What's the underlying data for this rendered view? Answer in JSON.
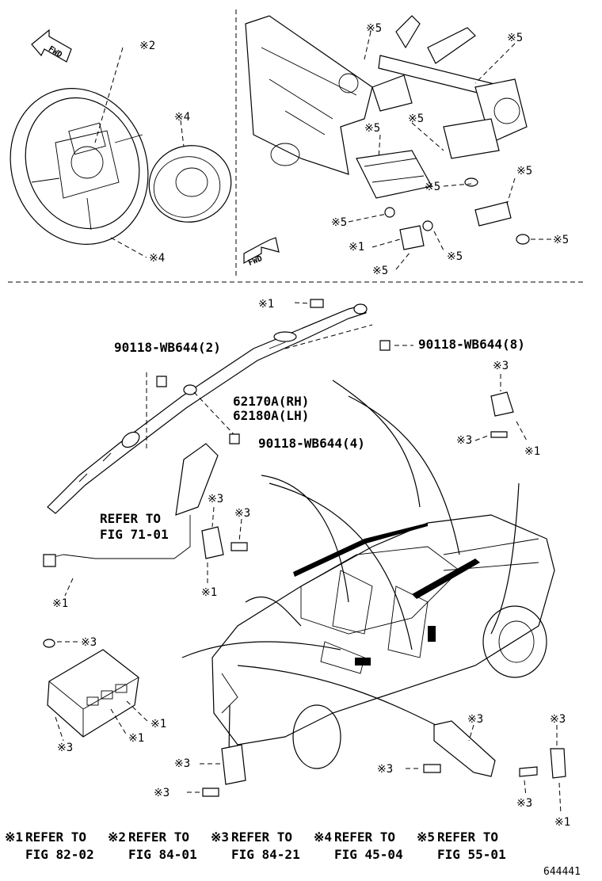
{
  "fwd_label": "FWD",
  "top_left": {
    "mark_2": "※2",
    "mark_4_a": "※4",
    "mark_4_b": "※4"
  },
  "top_right": {
    "marks_5": [
      "※5",
      "※5",
      "※5",
      "※5",
      "※5",
      "※5",
      "※5",
      "※5",
      "※5"
    ],
    "mark_1": "※1"
  },
  "curtain": {
    "mark_1_top": "※1",
    "pn_bolt_2": "90118-WB644(2)",
    "pn_bolt_8": "90118-WB644(8)",
    "pn_rh": "62170A(RH)",
    "pn_lh": "62180A(LH)",
    "pn_bolt_4": "90118-WB644(4)",
    "refer_line1": "REFER TO",
    "refer_line2": "FIG 71-01",
    "mark_1_left": "※1"
  },
  "sensors": {
    "right_mark_3a": "※3",
    "right_mark_3b": "※3",
    "right_mark_1": "※1",
    "mid_mark_3a": "※3",
    "mid_mark_3b": "※3",
    "mid_mark_1": "※1",
    "ecu_mark_3a": "※3",
    "ecu_mark_1a": "※1",
    "ecu_mark_1b": "※1",
    "ecu_mark_3b": "※3",
    "front_mark_3a": "※3",
    "front_mark_3b": "※3",
    "side_mark_3a": "※3",
    "side_mark_3b": "※3",
    "br_mark_3a": "※3",
    "br_mark_3b": "※3",
    "br_mark_1": "※1"
  },
  "legend": [
    {
      "mark": "※1",
      "line1": "REFER TO",
      "line2": "FIG 82-02"
    },
    {
      "mark": "※2",
      "line1": "REFER TO",
      "line2": "FIG 84-01"
    },
    {
      "mark": "※3",
      "line1": "REFER TO",
      "line2": "FIG 84-21"
    },
    {
      "mark": "※4",
      "line1": "REFER TO",
      "line2": "FIG 45-04"
    },
    {
      "mark": "※5",
      "line1": "REFER TO",
      "line2": "FIG 55-01"
    }
  ],
  "diagram_id": "644441"
}
